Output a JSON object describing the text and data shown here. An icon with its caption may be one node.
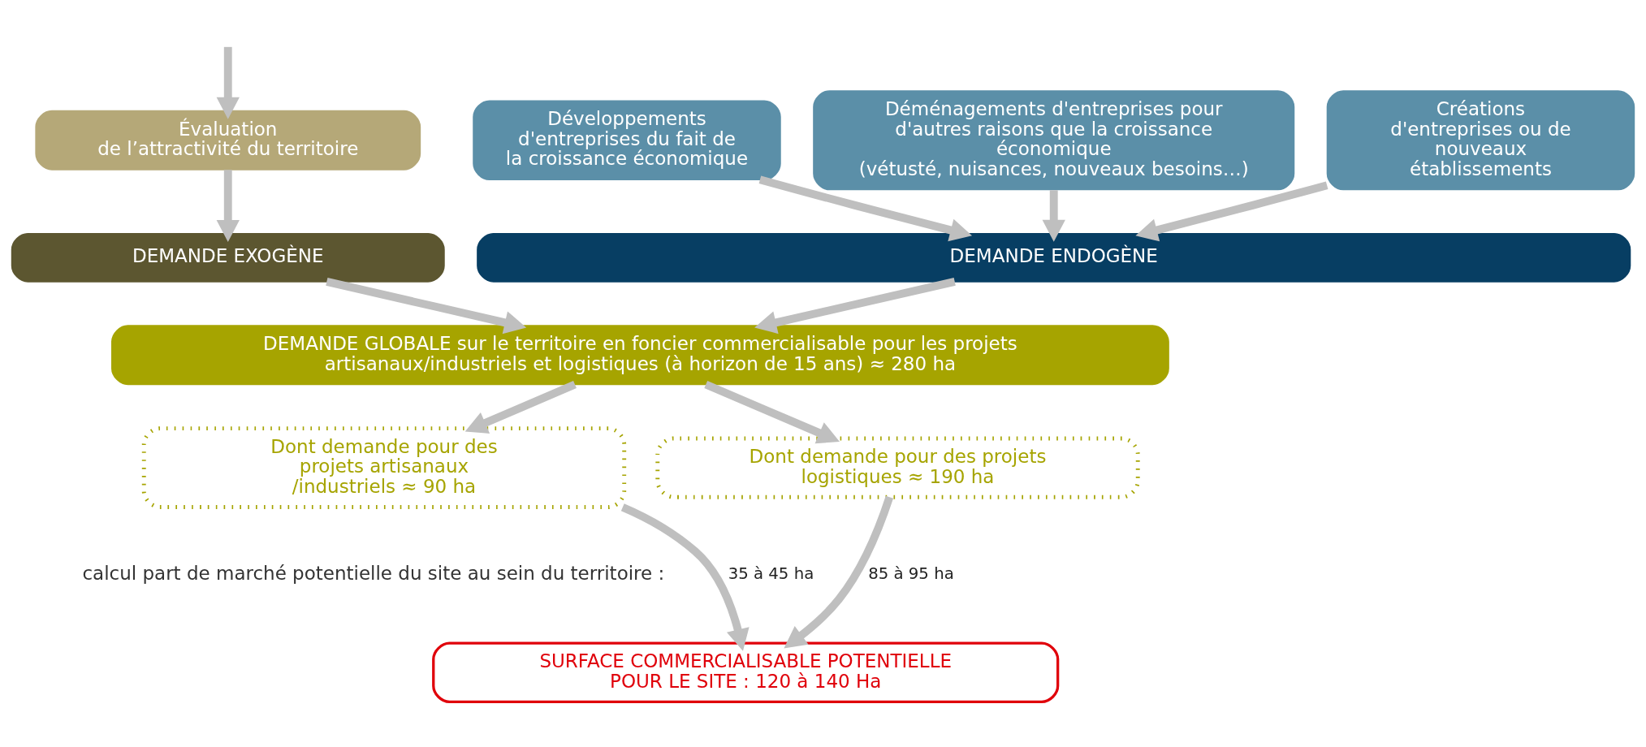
{
  "diagram": {
    "nodes": [
      {
        "text": [
          "Créations d'entreprises ou de nouveaux établissements"
        ]
      },
      {
        "text": [
          "Développements d'entreprises du fait de la croissance économique"
        ]
      },
      {
        "text": [
          "Déménagements d'entreprises pour d'autres raisons que la croissance économique",
          "(vétusté, nuisances, nouveaux besoins…)"
        ]
      },
      {
        "text": [
          "Évaluation",
          "de l’attractivité du territoire"
        ]
      },
      {
        "text": [
          "DEMANDE ENDOGÈNE"
        ]
      },
      {
        "text": [
          "DEMANDE EXOGÈNE"
        ]
      },
      {
        "text": [
          "DEMANDE GLOBALE sur le territoire en foncier commercialisable pour les projets artisanaux/industriels et logistiques (à horizon de 15 ans) ≈ 280 ha"
        ]
      },
      {
        "text": [
          "Dont demande pour des projets artisanaux /industriels ≈ 90 ha"
        ]
      },
      {
        "text": [
          "Dont demande pour des projets logistiques ≈ 190 ha"
        ]
      },
      {
        "text": [
          "SURFACE COMMERCIALISABLE POTENTIELLE POUR LE SITE : 120 à 140 Ha"
        ]
      }
    ],
    "edges": [
      {
        "from": null,
        "to": 3,
        "arrow": "to"
      },
      {
        "from": 0,
        "to": 4,
        "arrow": "to"
      },
      {
        "from": 1,
        "to": 4,
        "arrow": "to"
      },
      {
        "from": 2,
        "to": 4,
        "arrow": "to"
      },
      {
        "from": 3,
        "to": 5,
        "arrow": "to"
      },
      {
        "from": 4,
        "to": 6,
        "arrow": "to"
      },
      {
        "from": 5,
        "to": 6,
        "arrow": "to"
      },
      {
        "from": 6,
        "to": 7,
        "arrow": "to"
      },
      {
        "from": 6,
        "to": 8,
        "arrow": "to"
      },
      {
        "from": 7,
        "to": 9,
        "arrow": "to",
        "label": "35 à 45 ha"
      },
      {
        "from": 8,
        "to": 9,
        "arrow": "to",
        "label": "85 à 95 ha"
      }
    ],
    "labels": [
      "calcul part de marché potentielle du site au sein du territoire :"
    ]
  }
}
